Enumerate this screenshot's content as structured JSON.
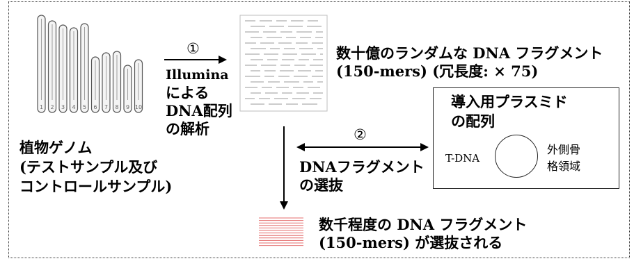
{
  "genome": {
    "chromosome_numbers": [
      "1",
      "2",
      "3",
      "4",
      "5",
      "6",
      "7",
      "8",
      "9",
      "10"
    ],
    "label_lines": [
      "植物ゲノム",
      "(テストサンプル及び",
      "コントロールサンプル)"
    ]
  },
  "step1": {
    "marker": "①",
    "lines": [
      "Illumina",
      "による",
      "DNA配列",
      "の解析"
    ]
  },
  "fragments": {
    "line1": "数十億のランダムな DNA フラグメント",
    "line2": "(150-mers) (冗長度: × 75)"
  },
  "plasmid": {
    "title_lines": [
      "導入用プラスミド",
      "の配列"
    ],
    "tdna": "T-DNA",
    "backbone_lines": [
      "外側骨",
      "格領域"
    ]
  },
  "step2": {
    "marker": "②",
    "lines": [
      "DNAフラグメント",
      "の選抜"
    ]
  },
  "result": {
    "line1": "数千程度の DNA フラグメント",
    "line2": "(150-mers) が選抜される"
  },
  "colors": {
    "selected_fragments": "#e46c6c",
    "all_fragments": "#9a9a9a",
    "line": "#000000"
  }
}
